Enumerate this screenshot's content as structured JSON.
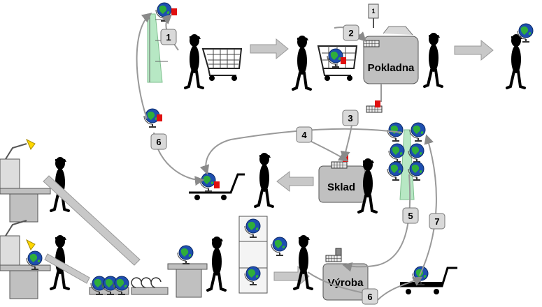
{
  "labels": {
    "pokladna": "Pokladna",
    "sklad": "Sklad",
    "vyroba": "Výroba",
    "scanner_digit": "1"
  },
  "steps": [
    "1",
    "2",
    "3",
    "4",
    "5",
    "6",
    "6",
    "7"
  ],
  "colors": {
    "background": "#ffffff",
    "figure": "#000000",
    "machine_fill": "#c0c0c0",
    "step_box_fill": "#d9d9d9",
    "shelf_fill": "#b7e8c4",
    "product_tag": "#e01010",
    "lamp": "#ffd800",
    "arrow_fill": "#c8c8c8",
    "arrow_stroke": "#999999",
    "globe_ocean": "#1e4fb0",
    "globe_land": "#2fae3a"
  },
  "icons": [
    "globe-icon",
    "shopping-cart-icon",
    "pallet-truck-icon",
    "lamp-icon",
    "cash-register-icon",
    "person-icon",
    "box-icon",
    "shelf-icon"
  ]
}
